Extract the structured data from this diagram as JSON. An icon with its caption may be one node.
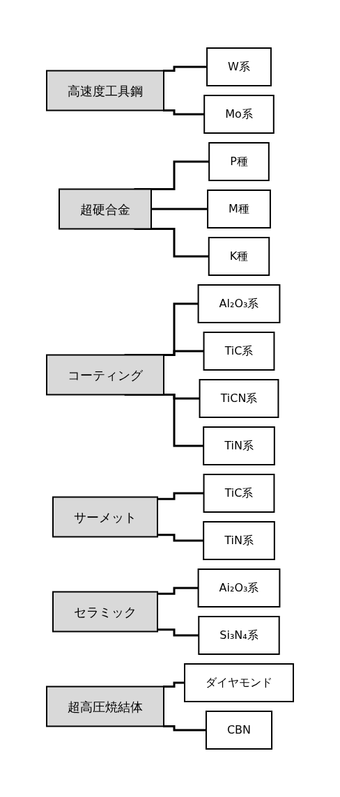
{
  "diagram": {
    "nodes": [
      {
        "text": [
          "高速度工具鋼"
        ]
      },
      {
        "text": [
          "W系"
        ]
      },
      {
        "text": [
          "Mo系"
        ]
      },
      {
        "text": [
          "超硬合金"
        ]
      },
      {
        "text": [
          "P種"
        ]
      },
      {
        "text": [
          "M種"
        ]
      },
      {
        "text": [
          "K種"
        ]
      },
      {
        "text": [
          "コーティング"
        ]
      },
      {
        "text": [
          "Al₂O₃系"
        ]
      },
      {
        "text": [
          "TiC系"
        ]
      },
      {
        "text": [
          "TiCN系"
        ]
      },
      {
        "text": [
          "TiN系"
        ]
      },
      {
        "text": [
          "サーメット"
        ]
      },
      {
        "text": [
          "TiC系"
        ]
      },
      {
        "text": [
          "TiN系"
        ]
      },
      {
        "text": [
          "セラミック"
        ]
      },
      {
        "text": [
          "Ai₂O₃系"
        ]
      },
      {
        "text": [
          "Si₃N₄系"
        ]
      },
      {
        "text": [
          "超高圧焼結体"
        ]
      },
      {
        "text": [
          "ダイヤモンド"
        ]
      },
      {
        "text": [
          "CBN"
        ]
      }
    ],
    "edges": [
      {
        "from": 0,
        "to": 1,
        "arrow": "none"
      },
      {
        "from": 0,
        "to": 2,
        "arrow": "none"
      },
      {
        "from": 3,
        "to": 4,
        "arrow": "none"
      },
      {
        "from": 3,
        "to": 5,
        "arrow": "none"
      },
      {
        "from": 3,
        "to": 6,
        "arrow": "none"
      },
      {
        "from": 7,
        "to": 8,
        "arrow": "none"
      },
      {
        "from": 7,
        "to": 9,
        "arrow": "none"
      },
      {
        "from": 7,
        "to": 10,
        "arrow": "none"
      },
      {
        "from": 7,
        "to": 11,
        "arrow": "none"
      },
      {
        "from": 12,
        "to": 13,
        "arrow": "none"
      },
      {
        "from": 12,
        "to": 14,
        "arrow": "none"
      },
      {
        "from": 15,
        "to": 16,
        "arrow": "none"
      },
      {
        "from": 15,
        "to": 17,
        "arrow": "none"
      },
      {
        "from": 18,
        "to": 19,
        "arrow": "none"
      },
      {
        "from": 18,
        "to": 20,
        "arrow": "none"
      }
    ]
  }
}
